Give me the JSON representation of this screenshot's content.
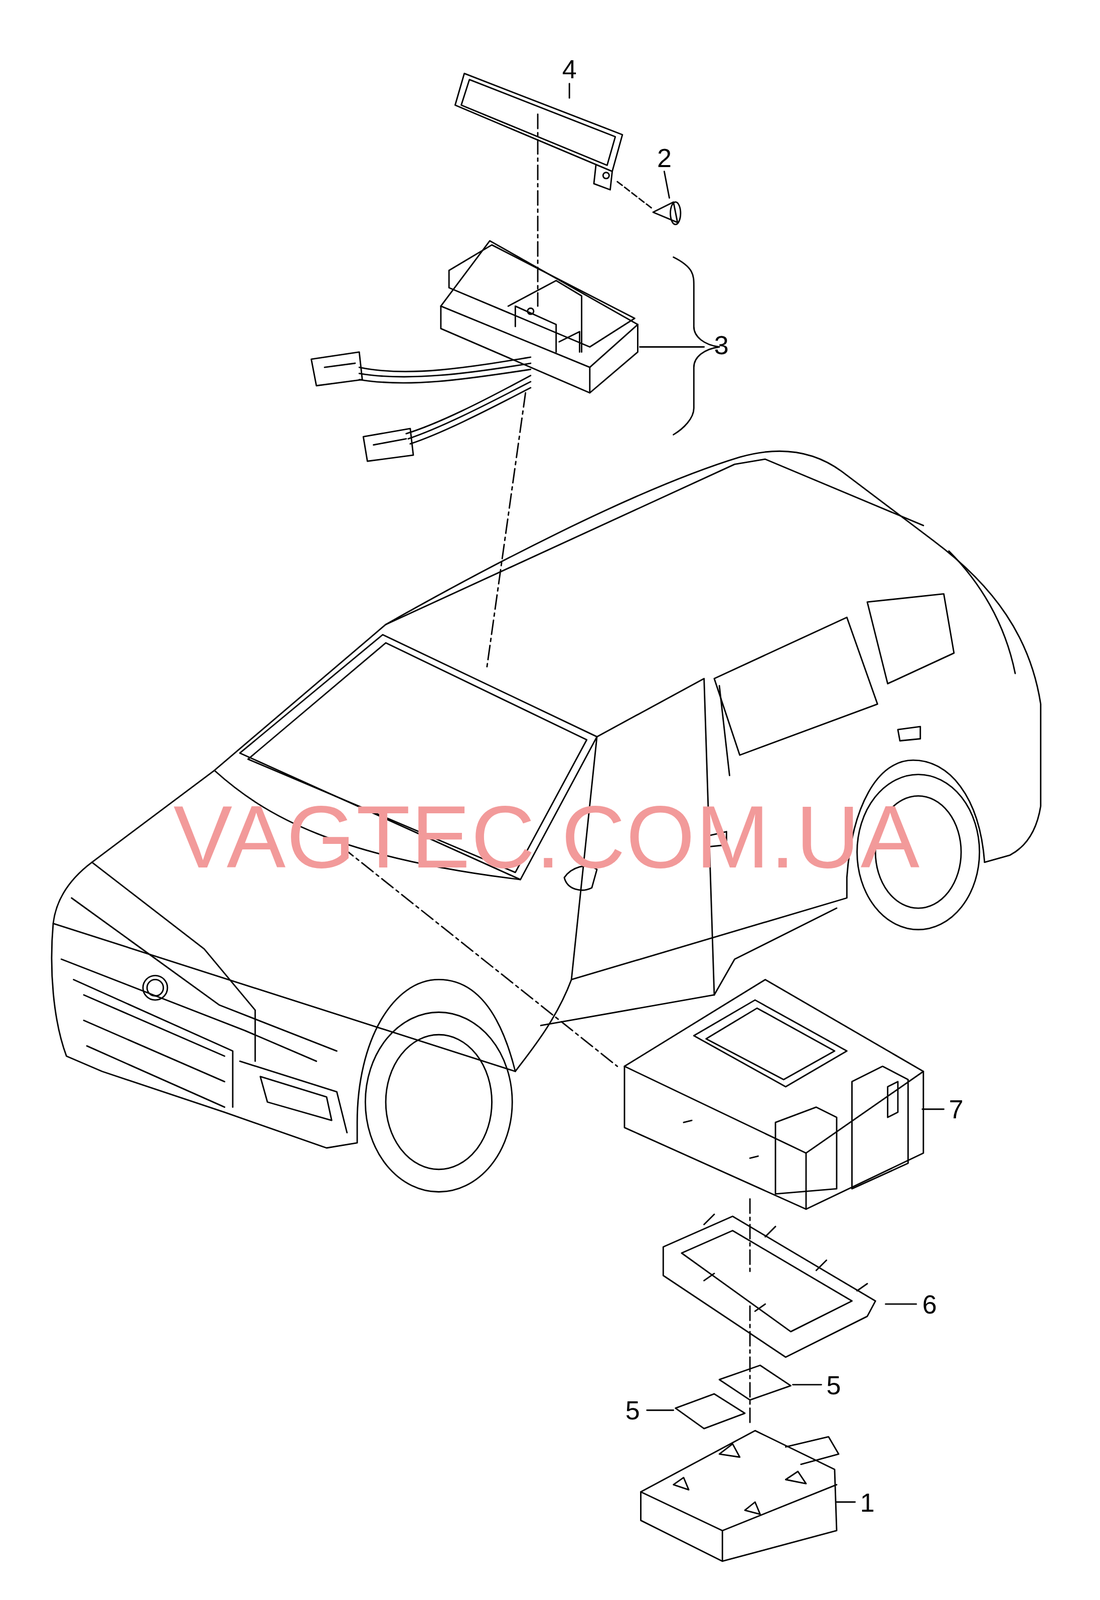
{
  "diagram": {
    "labels": [
      "4",
      "2",
      "3",
      "7",
      "6",
      "5",
      "5",
      "1",
      "VAGTEC.COM.UA"
    ]
  }
}
